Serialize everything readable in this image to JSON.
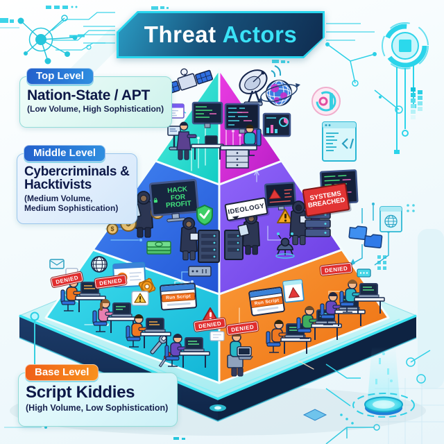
{
  "title": {
    "part1": "Threat",
    "part2": "Actors"
  },
  "levels": [
    {
      "badge": "Top Level",
      "name": "Nation-State / APT",
      "subtitle": "(Low Volume, High Sophistication)"
    },
    {
      "badge": "Middle Level",
      "name": "Cybercriminals & Hacktivists",
      "subtitle": "(Medium Volume, Medium Sophistication)"
    },
    {
      "badge": "Base Level",
      "name": "Script Kiddies",
      "subtitle": "(High Volume, Low Sophistication)"
    }
  ],
  "signs": {
    "hack_for_profit": "HACK FOR PROFIT",
    "ideology": "IDEOLOGY",
    "systems_breached": "SYSTEMS BREACHED",
    "denied": "DENIED",
    "run_script": "Run Script",
    "money_symbol": "$"
  },
  "colors": {
    "top_left_face": "#22dcc9",
    "top_right_face": "#d52cd4",
    "middle_left_face": "#2f6fe8",
    "middle_right_face": "#7b50f0",
    "base_left_face": "#1fc6de",
    "base_right_face": "#f5831f",
    "platform": "#15325e",
    "accent_cyan": "#2ad4ee",
    "badge_blue": "#2a66d0",
    "badge_orange": "#f4711c",
    "alert_red": "#e02e2e",
    "title_navy": "#0d1847"
  },
  "icons": [
    "satellite-icon",
    "satellite-dish-icon",
    "globe-icon",
    "ai-chip-icon",
    "code-window-icon",
    "monitor-code-icon",
    "money-bag-icon",
    "cash-stack-icon",
    "shield-check-icon",
    "server-rack-icon",
    "robot-icon",
    "warning-triangle-icon",
    "alert-window-icon",
    "folder-icon",
    "browser-window-icon",
    "gear-icon",
    "wrench-icon",
    "screwdriver-icon",
    "envelope-icon",
    "network-node-icon",
    "circuit-trace-icon",
    "tech-emblem-icon",
    "holo-disc-icon",
    "lock-icon"
  ]
}
